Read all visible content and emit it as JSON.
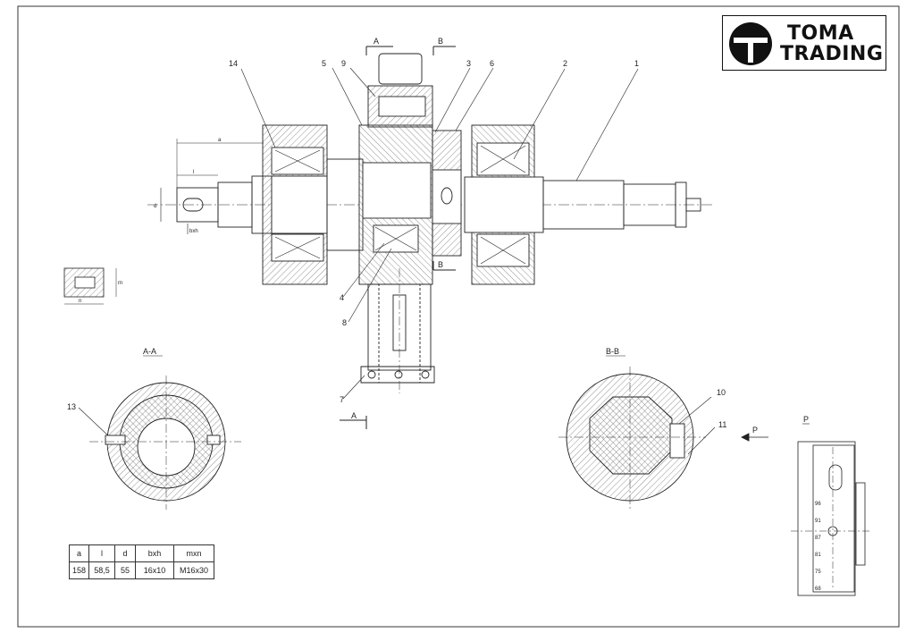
{
  "logo": {
    "line1": "TOMA",
    "line2": "TRADING"
  },
  "part_numbers": {
    "p1": "1",
    "p2": "2",
    "p3": "3",
    "p4": "4",
    "p5": "5",
    "p6": "6",
    "p7": "7",
    "p8": "8",
    "p9": "9",
    "p10": "10",
    "p11": "11",
    "p13": "13",
    "p14": "14"
  },
  "section_marks": {
    "a": "A",
    "b": "B",
    "p": "P"
  },
  "section_titles": {
    "aa": "A-A",
    "bb": "B-B",
    "p": "P"
  },
  "dimension_labels": {
    "a": "a",
    "l": "l",
    "d": "d",
    "bxh": "bxh",
    "m": "m",
    "n": "n"
  },
  "scale_labels": [
    "96",
    "91",
    "87",
    "81",
    "75",
    "68"
  ],
  "table": {
    "headers": [
      "a",
      "l",
      "d",
      "bxh",
      "mxn"
    ],
    "values": [
      "158",
      "58,5",
      "55",
      "16x10",
      "M16x30"
    ]
  },
  "colors": {
    "line": "#222222",
    "hatch": "#555555",
    "paper": "#ffffff"
  }
}
